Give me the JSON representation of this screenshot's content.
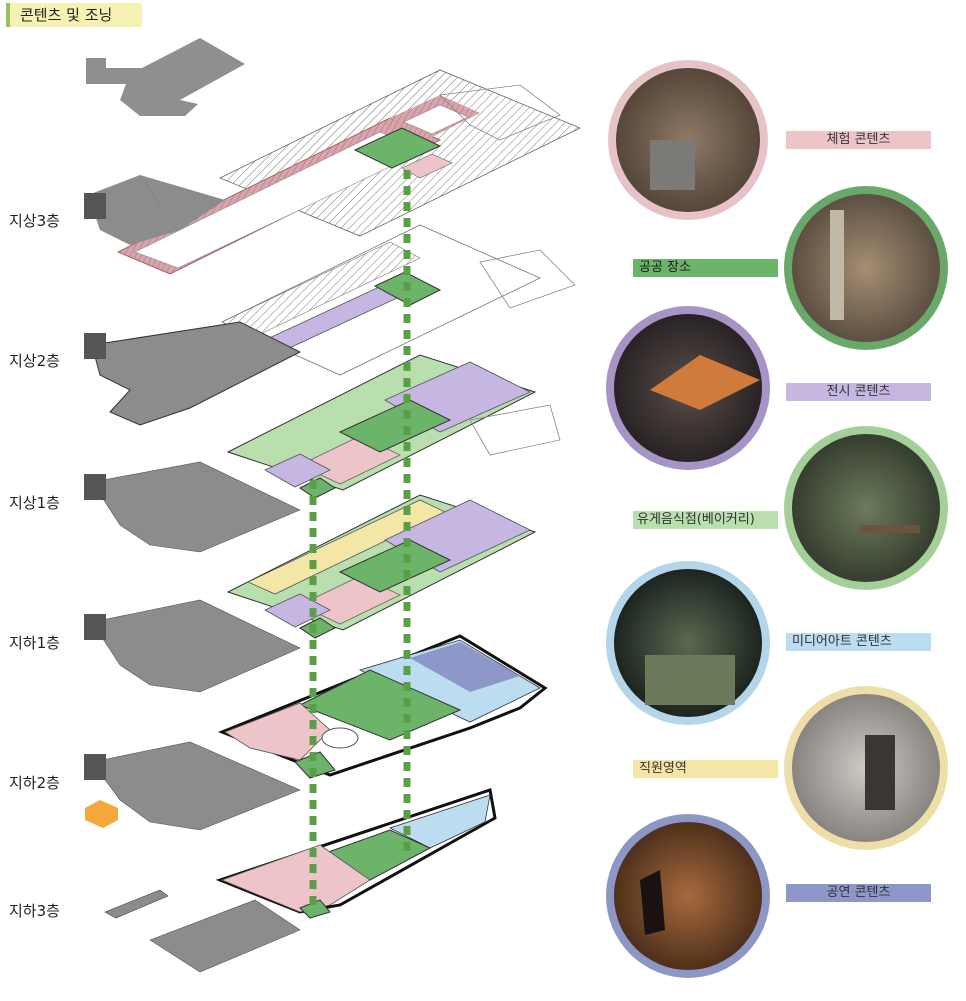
{
  "title": "콘텐츠 및 조닝",
  "floors": [
    {
      "label": "지상3층"
    },
    {
      "label": "지상2층"
    },
    {
      "label": "지상1층"
    },
    {
      "label": "지하1층"
    },
    {
      "label": "지하2층"
    },
    {
      "label": "지하3층"
    }
  ],
  "legend": [
    {
      "label": "체험 콘텐츠",
      "color": "#edc5c9",
      "ring": "#e6c3c9"
    },
    {
      "label": "공공 장소",
      "color": "#6cb46a",
      "ring": "#6aa86a"
    },
    {
      "label": "전시 콘텐츠",
      "color": "#c5b7e2",
      "ring": "#a694c6"
    },
    {
      "label": "유게음식점(베이커리)",
      "color": "#b8dfad",
      "ring": "#a5cf98"
    },
    {
      "label": "미디어아트 콘텐츠",
      "color": "#bcdcef",
      "ring": "#b5d6ea"
    },
    {
      "label": "직원영역",
      "color": "#f3e6a6",
      "ring": "#ece0a8"
    },
    {
      "label": "공연 콘텐츠",
      "color": "#8e98c8",
      "ring": "#8d97c5"
    }
  ],
  "colors": {
    "green_dash": "#5a9e47",
    "gray_plan": "#8c8c8c",
    "brick": "#c88c94"
  }
}
